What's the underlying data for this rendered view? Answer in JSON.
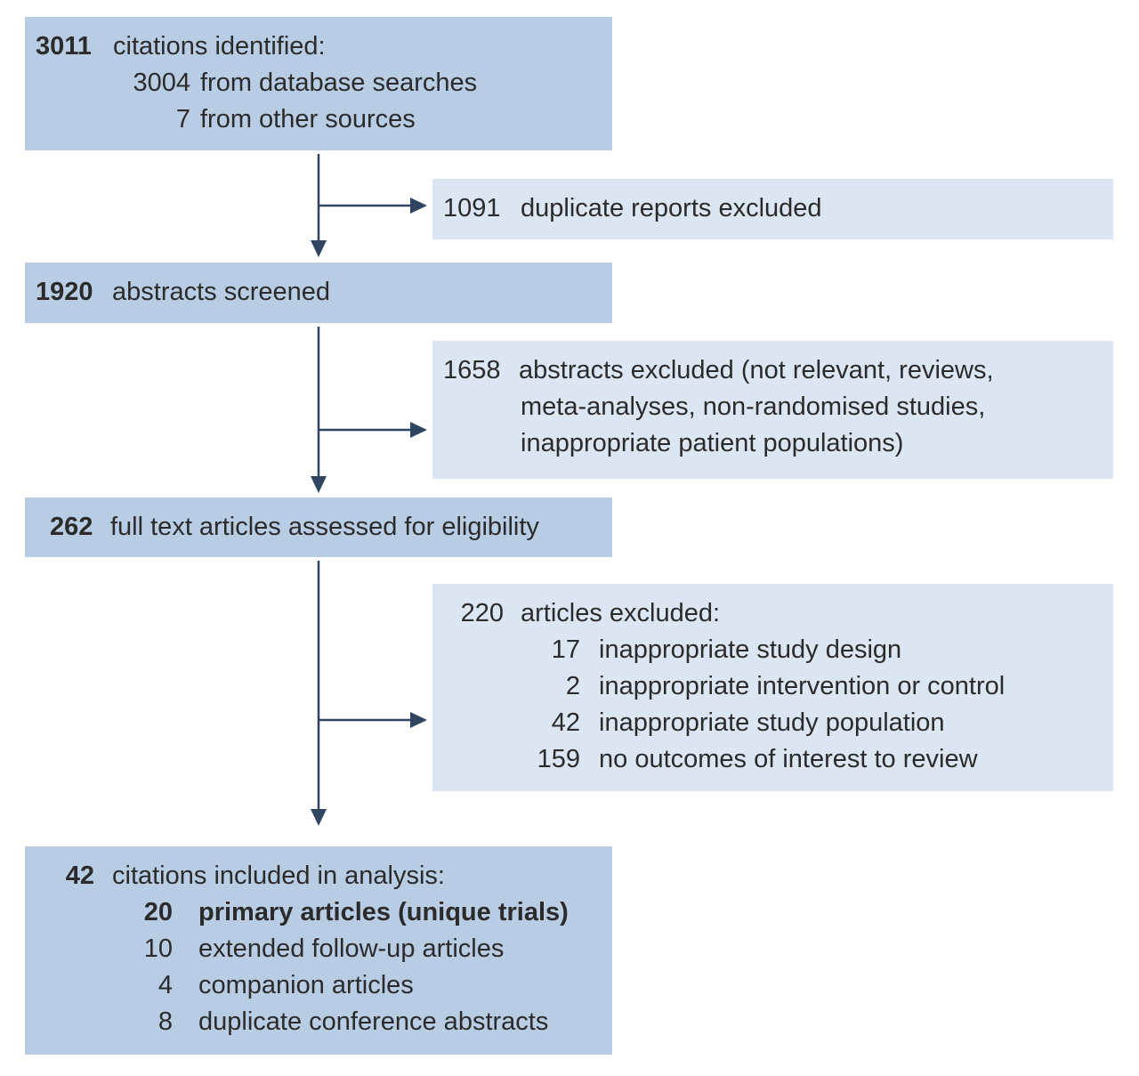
{
  "identified": {
    "count": "3011",
    "label": "citations identified:",
    "sources": [
      {
        "count": "3004",
        "label": "from database searches"
      },
      {
        "count": "7",
        "label": "from other sources"
      }
    ]
  },
  "duplicates": {
    "count": "1091",
    "label": "duplicate reports excluded"
  },
  "screened": {
    "count": "1920",
    "label": "abstracts screened"
  },
  "abstracts_excluded": {
    "count": "1658",
    "lines": [
      "abstracts excluded  (not relevant, reviews,",
      "meta-analyses, non-randomised studies,",
      "inappropriate patient populations)"
    ]
  },
  "fulltext": {
    "count": "262",
    "label": "full text articles assessed for eligibility"
  },
  "articles_excluded": {
    "count": "220",
    "label": "articles excluded:",
    "reasons": [
      {
        "count": "17",
        "label": "inappropriate study design"
      },
      {
        "count": "2",
        "label": "inappropriate intervention or control"
      },
      {
        "count": "42",
        "label": "inappropriate study population"
      },
      {
        "count": "159",
        "label": "no outcomes of interest to review"
      }
    ]
  },
  "included": {
    "count": "42",
    "label": "citations included in analysis:",
    "items": [
      {
        "count": "20",
        "label": "primary articles (unique trials)"
      },
      {
        "count": "10",
        "label": "extended follow-up articles"
      },
      {
        "count": "4",
        "label": "companion articles"
      },
      {
        "count": "8",
        "label": "duplicate conference abstracts"
      }
    ]
  },
  "colors": {
    "main_box": "#b8cce4",
    "side_box": "#dce6f2",
    "arrow": "#2f4562"
  }
}
